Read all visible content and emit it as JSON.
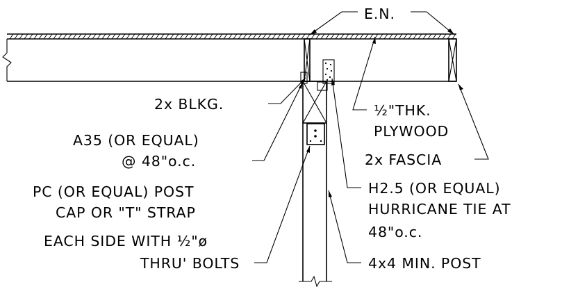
{
  "callouts": {
    "en": "E.N.",
    "blocking": "2x BLKG.",
    "plywood_1": "½\"THK.",
    "plywood_2": "PLYWOOD",
    "fascia": "2x FASCIA",
    "a35_1": "A35 (OR EQUAL)",
    "a35_2": "@ 48\"o.c.",
    "pc_1": "PC (OR EQUAL) POST",
    "pc_2": "CAP OR \"T\" STRAP",
    "pc_3": "EACH SIDE WITH ½\"ø",
    "pc_4": "THRU' BOLTS",
    "h25_1": "H2.5 (OR EQUAL)",
    "h25_2": "HURRICANE TIE AT",
    "h25_3": "48\"o.c.",
    "post": "4x4 MIN. POST"
  },
  "colors": {
    "ink": "#000000",
    "background": "#ffffff"
  }
}
